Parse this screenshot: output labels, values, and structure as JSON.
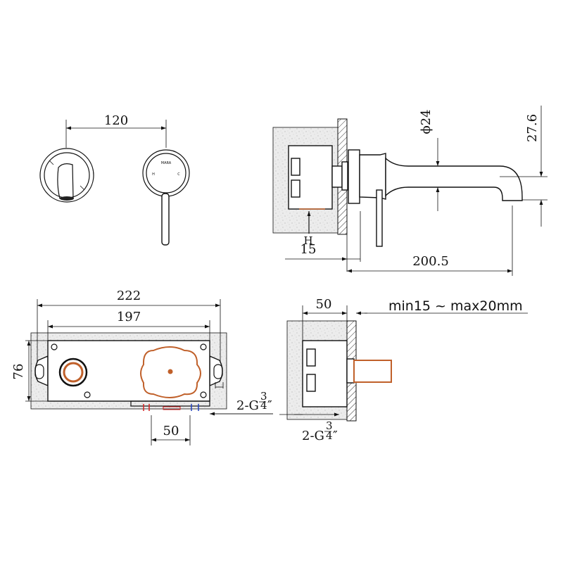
{
  "dimensions": {
    "handle_spacing": "120",
    "spout_diameter": "ϕ24",
    "spout_drop": "27.6",
    "wall_depth": "15",
    "spout_length": "200.5",
    "box_total_width": "222",
    "box_inner_width": "197",
    "box_height": "76",
    "inlet_spacing": "50",
    "box_depth": "50",
    "wall_cover_note": "min15 ~ max20mm"
  },
  "connections": {
    "front_prefix": "2-G",
    "side_prefix": "2-G",
    "numerator": "3",
    "denominator": "4",
    "inch_mark": "″"
  },
  "labels": {
    "inlet_mark": "H",
    "brand": "MARA",
    "hot_mark": "H",
    "cold_mark": "C"
  },
  "colors": {
    "line": "#111111",
    "wall_fill": "#e9e9e9",
    "copper": "#c0602a",
    "hot": "#d42020",
    "cold": "#2040c0"
  }
}
